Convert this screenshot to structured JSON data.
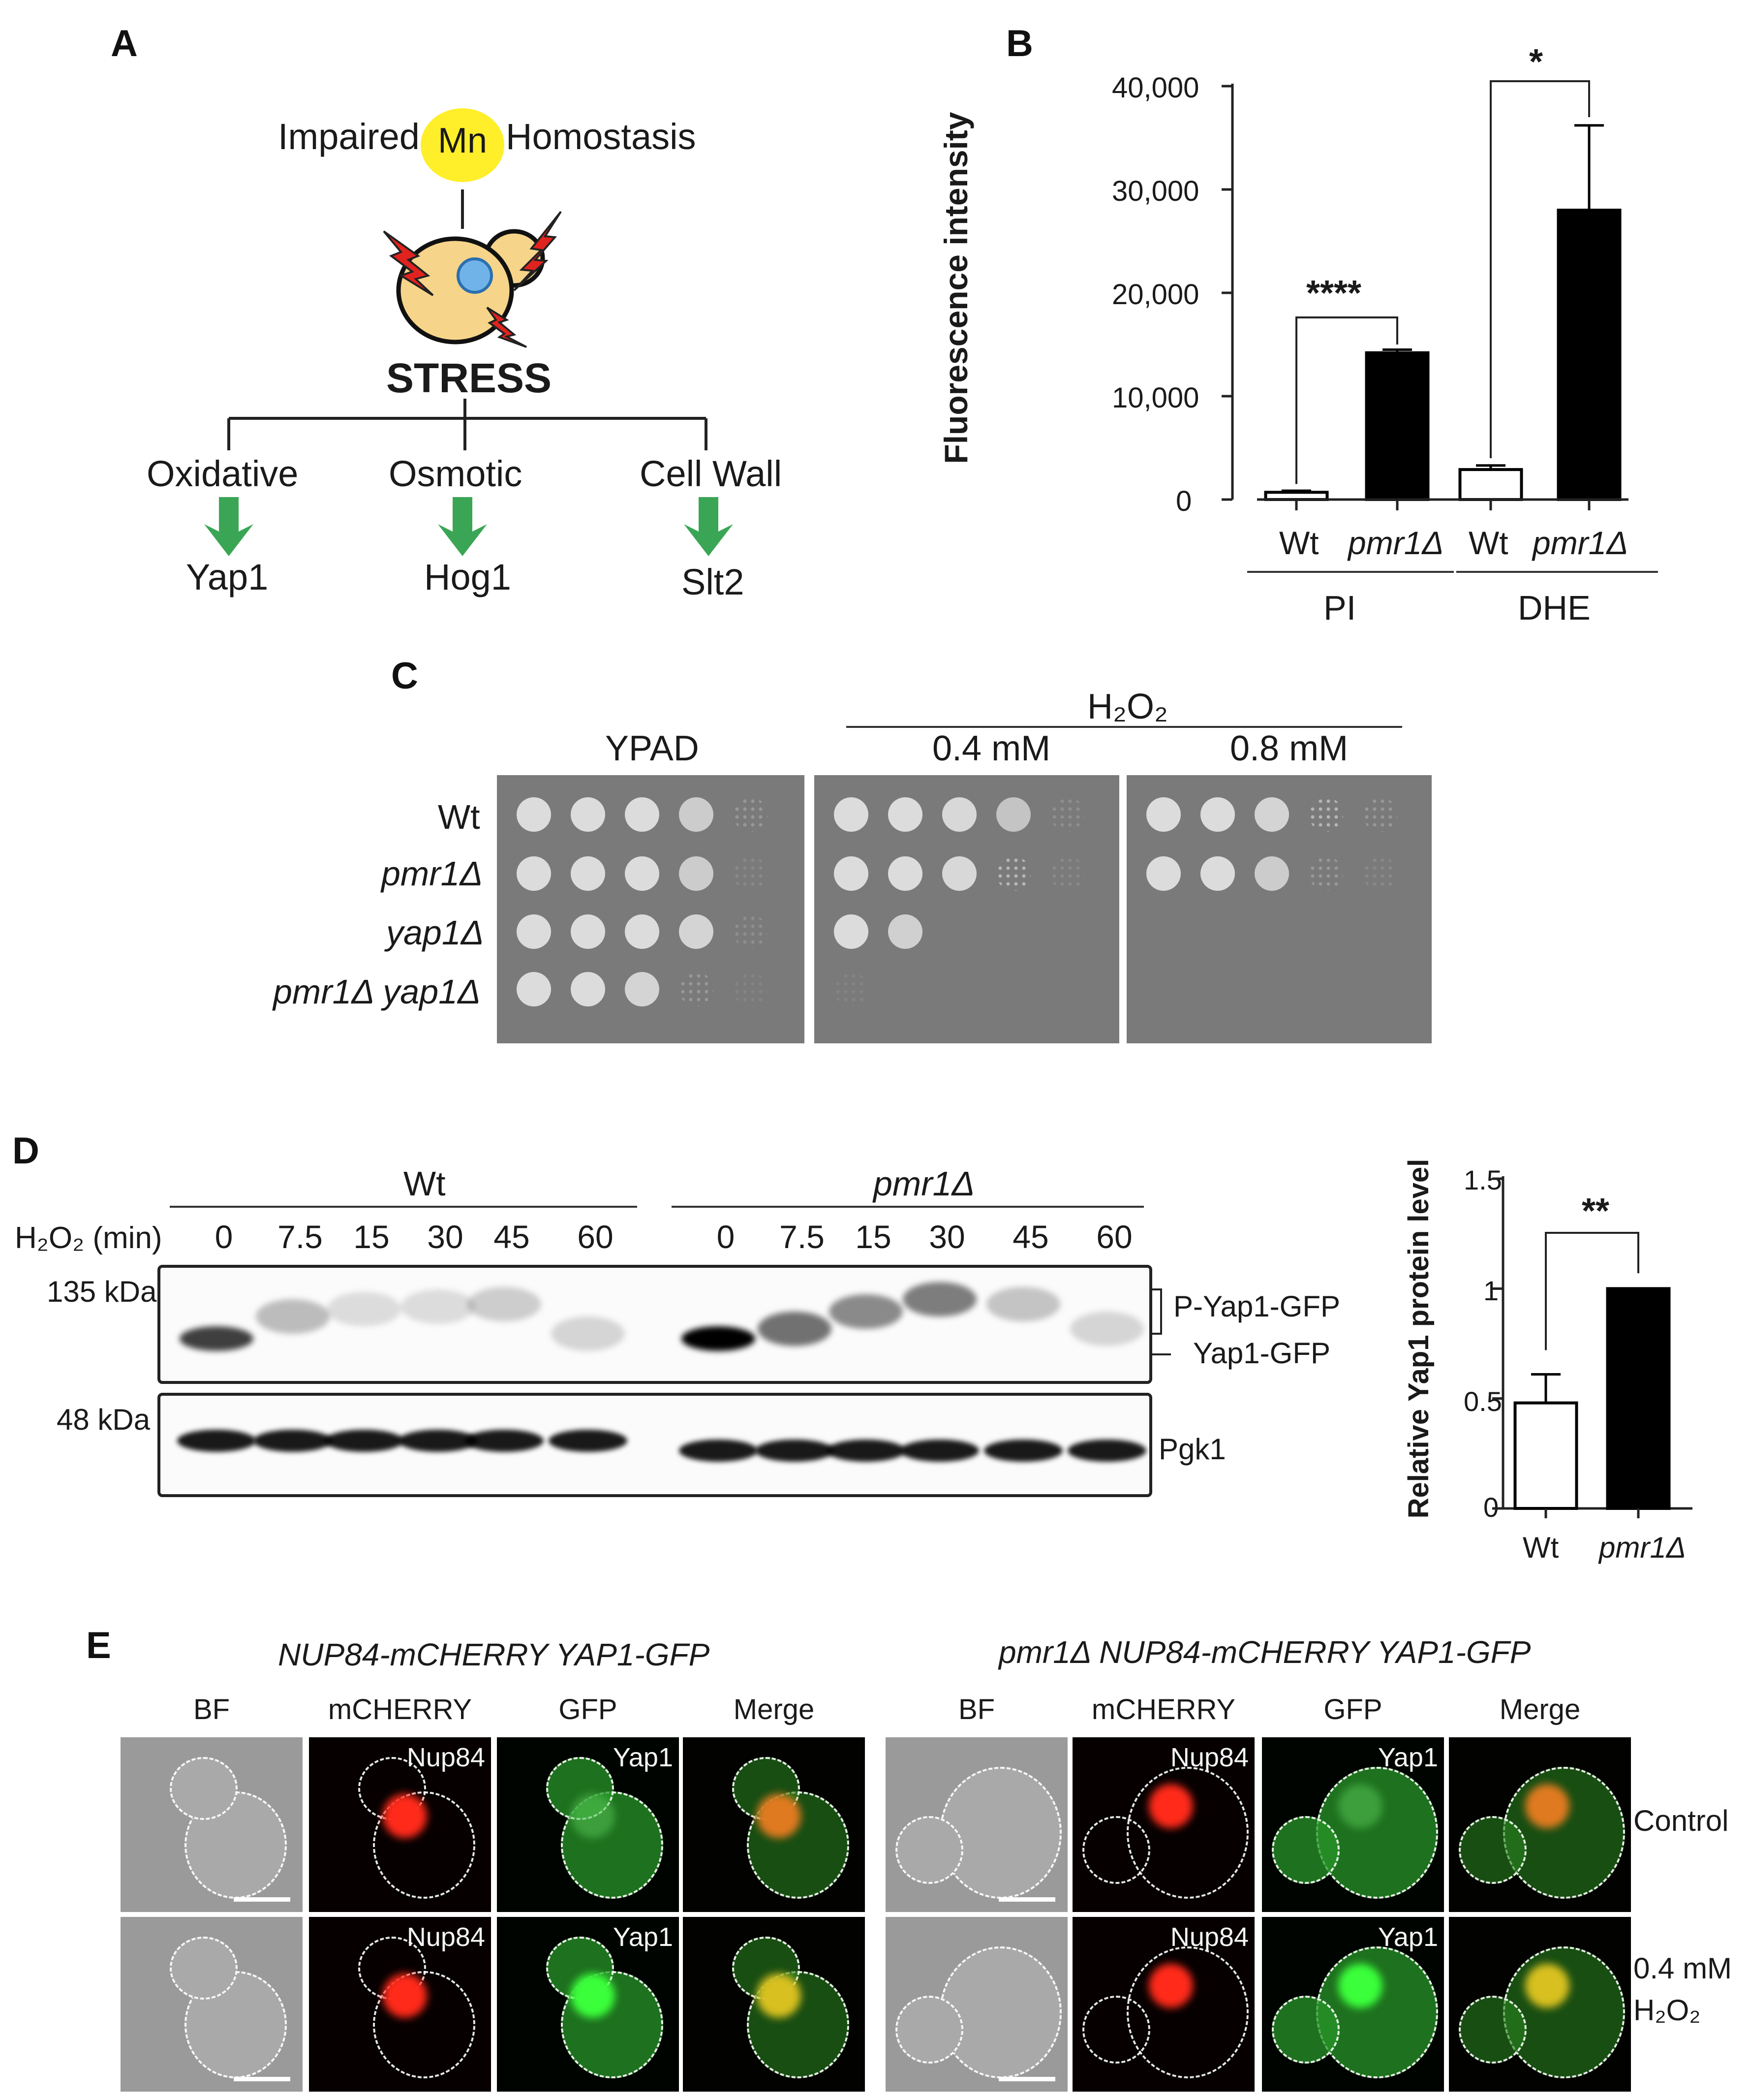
{
  "panelA": {
    "letter": "A",
    "top_left": "Impaired",
    "metal": "Mn",
    "top_right": "Homostasis",
    "stress": "STRESS",
    "branches": [
      {
        "stress": "Oxidative",
        "target": "Yap1"
      },
      {
        "stress": "Osmotic",
        "target": "Hog1"
      },
      {
        "stress": "Cell Wall",
        "target": "Slt2"
      }
    ],
    "colors": {
      "mn": "#ffee2a",
      "cell": "#f6d48a",
      "bolt": "#e1231f",
      "arrow": "#3aa655",
      "nucleus": "#6fb3e8"
    },
    "icons": [
      "lightning-bolt-icon",
      "yeast-cell-icon",
      "down-arrow-icon"
    ]
  },
  "panelB": {
    "letter": "B",
    "ylabel": "Fluorescence intensity",
    "yticks": [
      "0",
      "10,000",
      "20,000",
      "30,000",
      "40,000"
    ],
    "xlabels": [
      "Wt",
      "pmr1Δ",
      "Wt",
      "pmr1Δ"
    ],
    "groups": [
      "PI",
      "DHE"
    ],
    "sig": [
      "****",
      "*"
    ]
  },
  "panelC": {
    "letter": "C",
    "treatment": "H₂O₂",
    "conditions": [
      "YPAD",
      "0.4 mM",
      "0.8 mM"
    ],
    "strains": [
      "Wt",
      "pmr1Δ",
      "yap1Δ",
      "pmr1Δ yap1Δ"
    ]
  },
  "panelD": {
    "letter": "D",
    "groups": [
      "Wt",
      "pmr1Δ"
    ],
    "time_label": "H₂O₂ (min)",
    "times": [
      "0",
      "7.5",
      "15",
      "30",
      "45",
      "60"
    ],
    "mw_top": "135 kDa",
    "mw_bottom": "48 kDa",
    "band_labels": [
      "P-Yap1-GFP",
      "Yap1-GFP",
      "Pgk1"
    ],
    "ylabel": "Relative Yap1 protein level",
    "yticks": [
      "0",
      "0.5",
      "1",
      "1.5"
    ],
    "xlabels": [
      "Wt",
      "pmr1Δ"
    ],
    "sig": "**"
  },
  "panelE": {
    "letter": "E",
    "left_title": "NUP84-mCHERRY YAP1-GFP",
    "right_title": "pmr1Δ NUP84-mCHERRY YAP1-GFP",
    "channels": [
      "BF",
      "mCHERRY",
      "GFP",
      "Merge"
    ],
    "markers": [
      "Nup84",
      "Yap1"
    ],
    "row_labels": [
      "Control",
      "0.4 mM",
      "H₂O₂"
    ]
  },
  "chart_data": [
    {
      "type": "bar",
      "ylabel": "Fluorescence intensity",
      "categories": [
        "Wt (PI)",
        "pmr1Δ (PI)",
        "Wt (DHE)",
        "pmr1Δ (DHE)"
      ],
      "values": [
        700,
        14200,
        2900,
        28000
      ],
      "errors": [
        150,
        300,
        400,
        8200
      ],
      "ylim": [
        0,
        40000
      ],
      "group_labels": [
        "PI",
        "DHE"
      ],
      "significance": [
        {
          "between": [
            0,
            1
          ],
          "label": "****"
        },
        {
          "between": [
            2,
            3
          ],
          "label": "*"
        }
      ]
    },
    {
      "type": "bar",
      "ylabel": "Relative Yap1 protein level",
      "categories": [
        "Wt",
        "pmr1Δ"
      ],
      "values": [
        0.48,
        1.0
      ],
      "errors": [
        0.13,
        0
      ],
      "ylim": [
        0,
        1.5
      ],
      "significance": [
        {
          "between": [
            0,
            1
          ],
          "label": "**"
        }
      ]
    }
  ]
}
